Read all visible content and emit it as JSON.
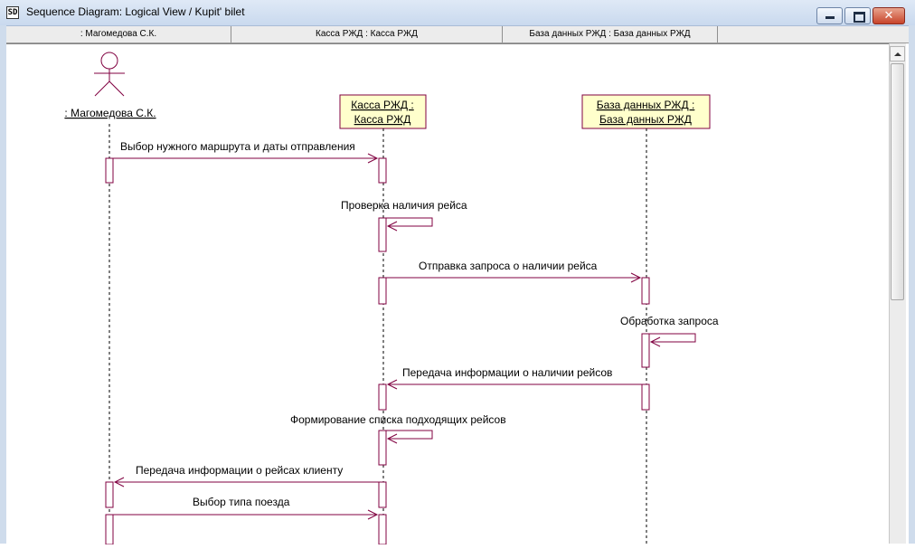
{
  "window": {
    "icon_label": "SD",
    "title": "Sequence Diagram: Logical View / Kupit' bilet",
    "close_glyph": "✕"
  },
  "header": {
    "columns": [
      ": Магомедова С.К.",
      "Касса РЖД : Касса РЖД",
      "База данных РЖД : База данных РЖД"
    ]
  },
  "diagram": {
    "line_color": "#800040",
    "box_fill": "#ffffcc",
    "actor": {
      "name": ": Магомедова С.К."
    },
    "objects": [
      {
        "line1": "Касса РЖД :",
        "line2": "Касса РЖД"
      },
      {
        "line1": "База данных РЖД :",
        "line2": "База данных РЖД"
      }
    ],
    "messages": [
      "Выбор нужного маршрута и даты отправления",
      "Проверка наличия рейса",
      "Отправка запроса о наличии рейса",
      "Обработка запроса",
      "Передача информации о наличии рейсов",
      "Формирование списка подходящих рейсов",
      "Передача информации о рейсах клиенту",
      "Выбор типа поезда"
    ]
  }
}
